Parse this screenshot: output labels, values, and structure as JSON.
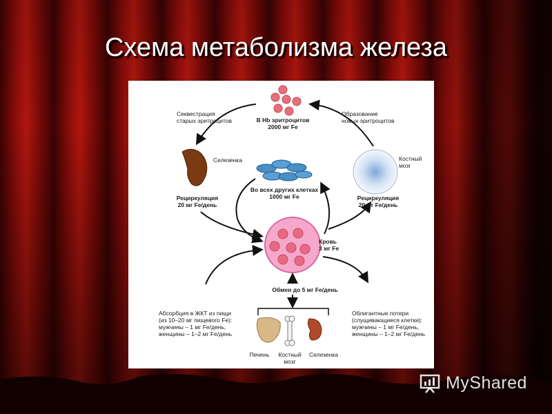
{
  "slide": {
    "title": "Схема метаболизма железа"
  },
  "diagram": {
    "rbc_label_1": "В Hb эритроцитов",
    "rbc_label_2": "2000 мг Fe",
    "sequestration_1": "Секвестрация",
    "sequestration_2": "старых эритроцитов",
    "formation_1": "Образование",
    "formation_2": "новых эритроцитов",
    "spleen_label": "Селезенка",
    "marrow_label_1": "Костный",
    "marrow_label_2": "мозг",
    "other_cells_1": "Во всех других клетках",
    "other_cells_2": "1000 мг Fe",
    "recirc_left_1": "Рециркуляция",
    "recirc_left_2": "20 мг Fe/день",
    "recirc_right_1": "Рециркуляция",
    "recirc_right_2": "20 мг Fe/день",
    "blood_1": "Кровь",
    "blood_2": "3 мг Fe",
    "exchange": "Обмен до 5 мг Fe/день",
    "absorption_1": "Абсорбция в ЖКТ из пищи",
    "absorption_2": "(из 10–20 мг пищевого Fe):",
    "absorption_3": "мужчины – 1 мг Fe/день,",
    "absorption_4": "женщины – 1–2 мг Fe/день",
    "losses_1": "Облигантные потери",
    "losses_2": "(слущивающиеся клетки):",
    "losses_3": "мужчины – 1 мг Fe/день,",
    "losses_4": "женщины – 1–2 мг Fe/день",
    "organ_liver": "Печень",
    "organ_marrow_1": "Костный",
    "organ_marrow_2": "мозг",
    "organ_spleen": "Селезенка"
  },
  "watermark": {
    "text": "MyShared"
  },
  "colors": {
    "curtain": "#8a0d0a",
    "rbc": "#e8707a",
    "blood_cell": "#f6a8cc",
    "spleen": "#7a3a12",
    "other_cells": "#4a8fc6",
    "liver": "#d8b887",
    "kidney": "#b04a2a"
  }
}
